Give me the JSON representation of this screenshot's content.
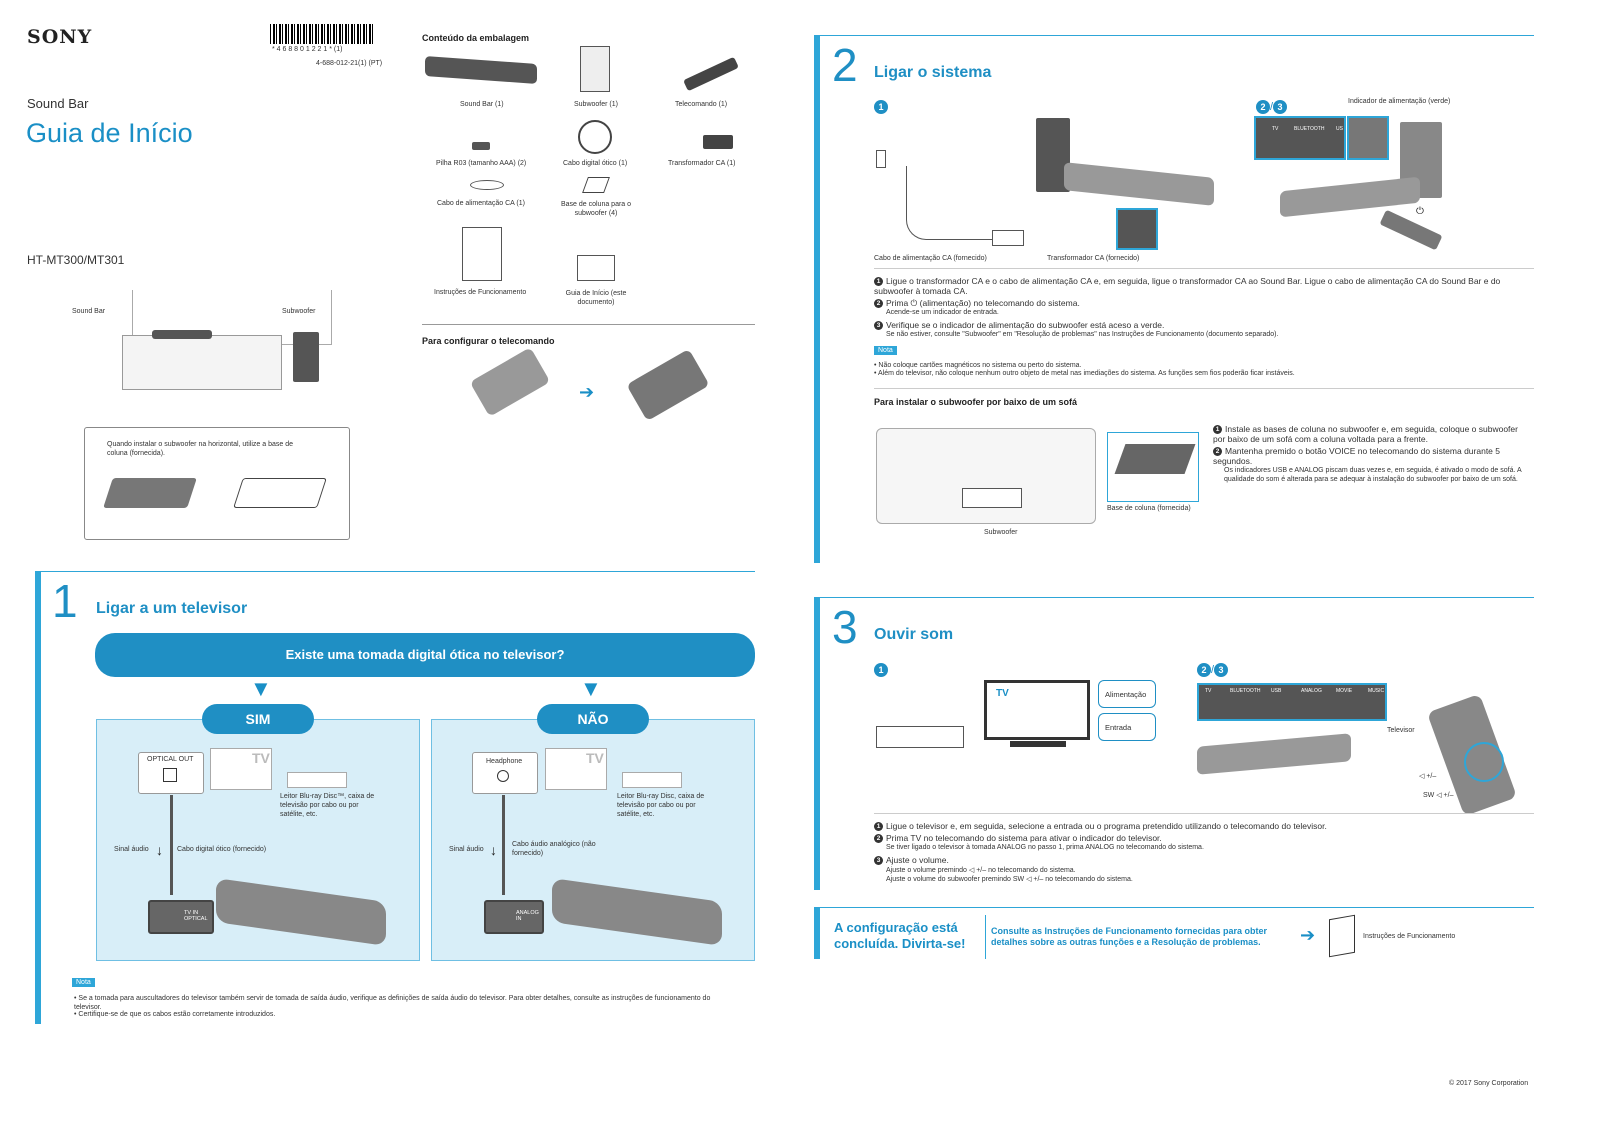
{
  "header": {
    "brand": "SONY",
    "barcode_text": "* 4 6 8 8 0 1 2 2 1 * (1)",
    "doc_code": "4-688-012-21(1) (PT)",
    "product": "Sound Bar",
    "title": "Guia de Início",
    "model": "HT-MT300/MT301"
  },
  "intro": {
    "label_soundbar": "Sound Bar",
    "label_subwoofer": "Subwoofer",
    "horizontal_note": "Quando instalar o subwoofer na horizontal, utilize a base de coluna (fornecida)."
  },
  "package": {
    "heading": "Conteúdo da embalagem",
    "items": [
      "Sound Bar (1)",
      "Subwoofer (1)",
      "Telecomando (1)",
      "Pilha R03 (tamanho AAA) (2)",
      "Cabo digital ótico (1)",
      "Transformador CA (1)",
      "Cabo de alimentação CA (1)",
      "Base de coluna para o subwoofer (4)",
      "Instruções de Funcionamento",
      "Guia de Início (este documento)"
    ],
    "remote_heading": "Para configurar o telecomando"
  },
  "section1": {
    "number": "1",
    "title": "Ligar a um televisor",
    "question": "Existe uma tomada digital ótica no televisor?",
    "yes": {
      "label": "SIM",
      "port": "OPTICAL OUT",
      "tv": "TV",
      "device_note": "Leitor Blu-ray Disc™, caixa de televisão por cabo ou por satélite, etc.",
      "signal": "Sinal áudio",
      "cable": "Cabo digital ótico (fornecido)",
      "input": "TV IN OPTICAL"
    },
    "no": {
      "label": "NÃO",
      "port": "Headphone",
      "tv": "TV",
      "device_note": "Leitor Blu-ray Disc, caixa de televisão por cabo ou por satélite, etc.",
      "signal": "Sinal áudio",
      "cable": "Cabo áudio analógico (não fornecido)",
      "input": "ANALOG IN"
    },
    "nota_label": "Nota",
    "notes": [
      "• Se a tomada para auscultadores do televisor também servir de tomada de saída áudio, verifique as definições de saída áudio do televisor. Para obter detalhes, consulte as instruções de funcionamento do televisor.",
      "• Certifique-se de que os cabos estão corretamente introduzidos."
    ]
  },
  "section2": {
    "number": "2",
    "title": "Ligar o sistema",
    "indicator_label": "Indicador de alimentação (verde)",
    "cable_label": "Cabo de alimentação CA (fornecido)",
    "adapter_label": "Transformador CA (fornecido)",
    "panel_labels": [
      "TV",
      "BLUETOOTH",
      "US"
    ],
    "steps": [
      "Ligue o transformador CA e o cabo de alimentação CA e, em seguida, ligue o transformador CA ao Sound Bar. Ligue o cabo de alimentação CA do Sound Bar e do subwoofer à tomada CA.",
      "Prima ⏻ (alimentação) no telecomando do sistema.",
      "Verifique se o indicador de alimentação do subwoofer está aceso a verde."
    ],
    "step2_sub": "Acende-se um indicador de entrada.",
    "step3_sub": "Se não estiver, consulte \"Subwoofer\" em \"Resolução de problemas\" nas Instruções de Funcionamento (documento separado).",
    "nota_label": "Nota",
    "notes": [
      "• Não coloque cartões magnéticos no sistema ou perto do sistema.",
      "• Além do televisor, não coloque nenhum outro objeto de metal nas imediações do sistema. As funções sem fios poderão ficar instáveis."
    ],
    "sofa_heading": "Para instalar o subwoofer por baixo de um sofá",
    "sofa_steps": [
      "Instale as bases de coluna no subwoofer e, em seguida, coloque o subwoofer por baixo de um sofá com a coluna voltada para a frente.",
      "Mantenha premido o botão VOICE no telecomando do sistema durante 5 segundos."
    ],
    "sofa_sub": "Os indicadores USB e ANALOG piscam duas vezes e, em seguida, é ativado o modo de sofá. A qualidade do som é alterada para se adequar à instalação do subwoofer por baixo de um sofá.",
    "base_label": "Base de coluna (fornecida)",
    "subwoofer_label": "Subwoofer"
  },
  "section3": {
    "number": "3",
    "title": "Ouvir som",
    "tv": "TV",
    "callout_power": "Alimentação",
    "callout_input": "Entrada",
    "panel_labels": [
      "TV",
      "BLUETOOTH",
      "USB",
      "ANALOG",
      "MOVIE",
      "MUSIC"
    ],
    "remote_tv": "Televisor",
    "remote_vol": "◁ +/–",
    "remote_sw": "SW ◁ +/–",
    "steps": [
      "Ligue o televisor e, em seguida, selecione a entrada ou o programa pretendido utilizando o telecomando do televisor.",
      "Prima TV no telecomando do sistema para ativar o indicador do televisor.",
      "Ajuste o volume."
    ],
    "step2_sub": "Se tiver ligado o televisor à tomada ANALOG no passo 1, prima ANALOG no telecomando do sistema.",
    "step3_sub1": "Ajuste o volume premindo ◁ +/– no telecomando do sistema.",
    "step3_sub2": "Ajuste o volume do subwoofer premindo SW ◁ +/– no telecomando do sistema."
  },
  "footer": {
    "done": "A configuração está concluída. Divirta-se!",
    "consult": "Consulte as Instruções de Funcionamento fornecidas para obter detalhes sobre as outras funções e a Resolução de problemas.",
    "manual": "Instruções de Funcionamento",
    "copyright": "© 2017 Sony Corporation"
  },
  "colors": {
    "accent": "#1f8fc4",
    "panel": "#d8eef8"
  }
}
